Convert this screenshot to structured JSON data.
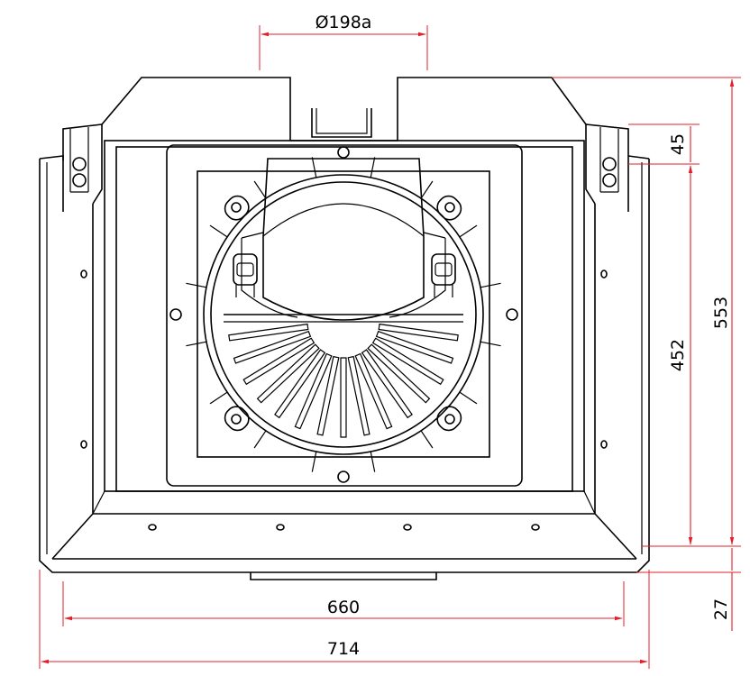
{
  "drawing": {
    "dimensions": {
      "opening_diameter": "Ø198a",
      "top_offset": "45",
      "inner_height": "452",
      "total_height": "553",
      "bottom_offset": "27",
      "inner_width": "660",
      "total_width": "714"
    },
    "colors": {
      "dimension_line": "#e0202a",
      "outline": "#000000",
      "background": "#ffffff"
    }
  }
}
